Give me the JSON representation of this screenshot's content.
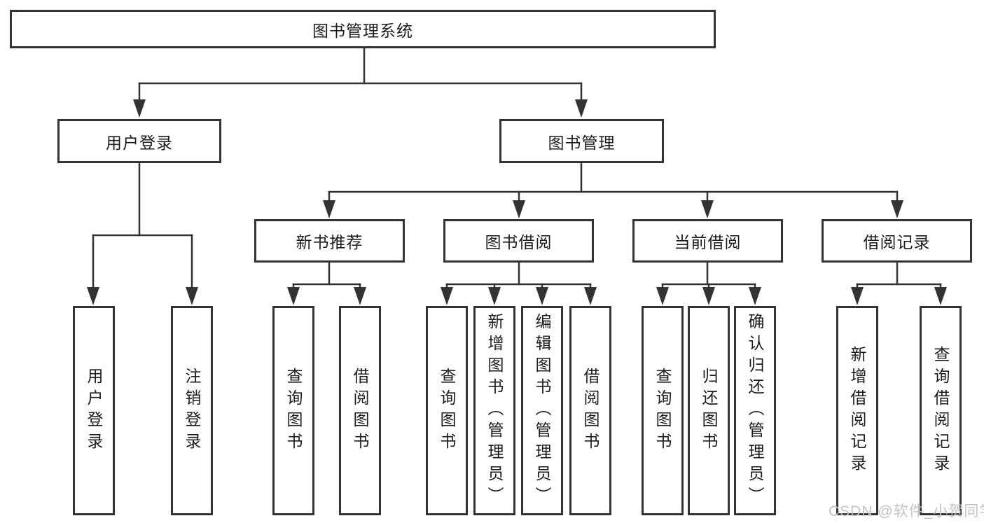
{
  "tree": {
    "label": "图书管理系统",
    "children": [
      {
        "label": "用户登录",
        "children": [
          {
            "label": "用户登录"
          },
          {
            "label": "注销登录"
          }
        ]
      },
      {
        "label": "图书管理",
        "children": [
          {
            "label": "新书推荐",
            "children": [
              {
                "label": "查询图书"
              },
              {
                "label": "借阅图书"
              }
            ]
          },
          {
            "label": "图书借阅",
            "children": [
              {
                "label": "查询图书"
              },
              {
                "label": "新增图书（管理员）"
              },
              {
                "label": "编辑图书（管理员）"
              },
              {
                "label": "借阅图书"
              }
            ]
          },
          {
            "label": "当前借阅",
            "children": [
              {
                "label": "查询图书"
              },
              {
                "label": "归还图书"
              },
              {
                "label": "确认归还（管理员）"
              }
            ]
          },
          {
            "label": "借阅记录",
            "children": [
              {
                "label": "新增借阅记录"
              },
              {
                "label": "查询借阅记录"
              }
            ]
          }
        ]
      }
    ]
  },
  "watermark": {
    "text": "CSDN @软件_小贺同学"
  },
  "colors": {
    "line": "#333333",
    "box_border": "#333333",
    "text": "#1c1c1c",
    "background": "#ffffff",
    "watermark": "#c3c3c3"
  }
}
